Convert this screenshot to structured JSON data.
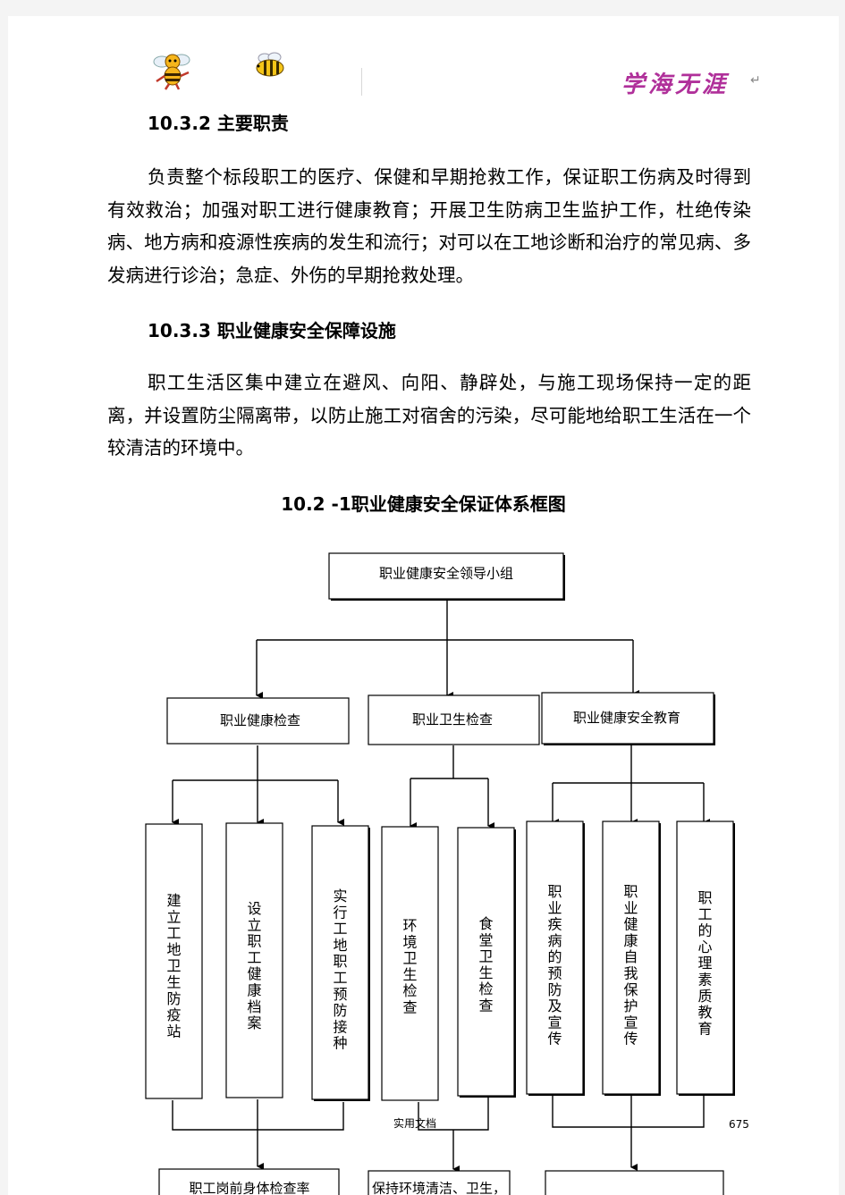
{
  "header": {
    "motto": "学海无涯",
    "return_mark": "↵"
  },
  "sections": [
    {
      "heading": "10.3.2 主要职责",
      "paragraph": "负责整个标段职工的医疗、保健和早期抢救工作，保证职工伤病及时得到有效救治；加强对职工进行健康教育；开展卫生防病卫生监护工作，杜绝传染病、地方病和疫源性疾病的发生和流行；对可以在工地诊断和治疗的常见病、多发病进行诊治；急症、外伤的早期抢救处理。"
    },
    {
      "heading": "10.3.3 职业健康安全保障设施",
      "paragraph": "职工生活区集中建立在避风、向阳、静辟处，与施工现场保持一定的距离，并设置防尘隔离带，以防止施工对宿舍的污染，尽可能地给职工生活在一个较清洁的环境中。"
    }
  ],
  "figure": {
    "title": "10.2 -1职业健康安全保证体系框图",
    "root": "职业健康安全领导小组",
    "branches": [
      {
        "label": "职业健康检查",
        "children": [
          "建立工地卫生防疫站",
          "设立职工健康档案",
          "实行工地职工预防接种"
        ],
        "result": "职工岗前身体检查率"
      },
      {
        "label": "职业卫生检查",
        "children": [
          "环境卫生检查",
          "食堂卫生检查"
        ],
        "result": "保持环境清洁、卫生，"
      },
      {
        "label": "职业健康安全教育",
        "children": [
          "职业疾病的预防及宣传",
          "职业健康自我保护宣传",
          "职工的心理素质教育"
        ],
        "result": ""
      }
    ]
  },
  "footer": {
    "doc_label": "实用文档",
    "page_number": "675"
  }
}
